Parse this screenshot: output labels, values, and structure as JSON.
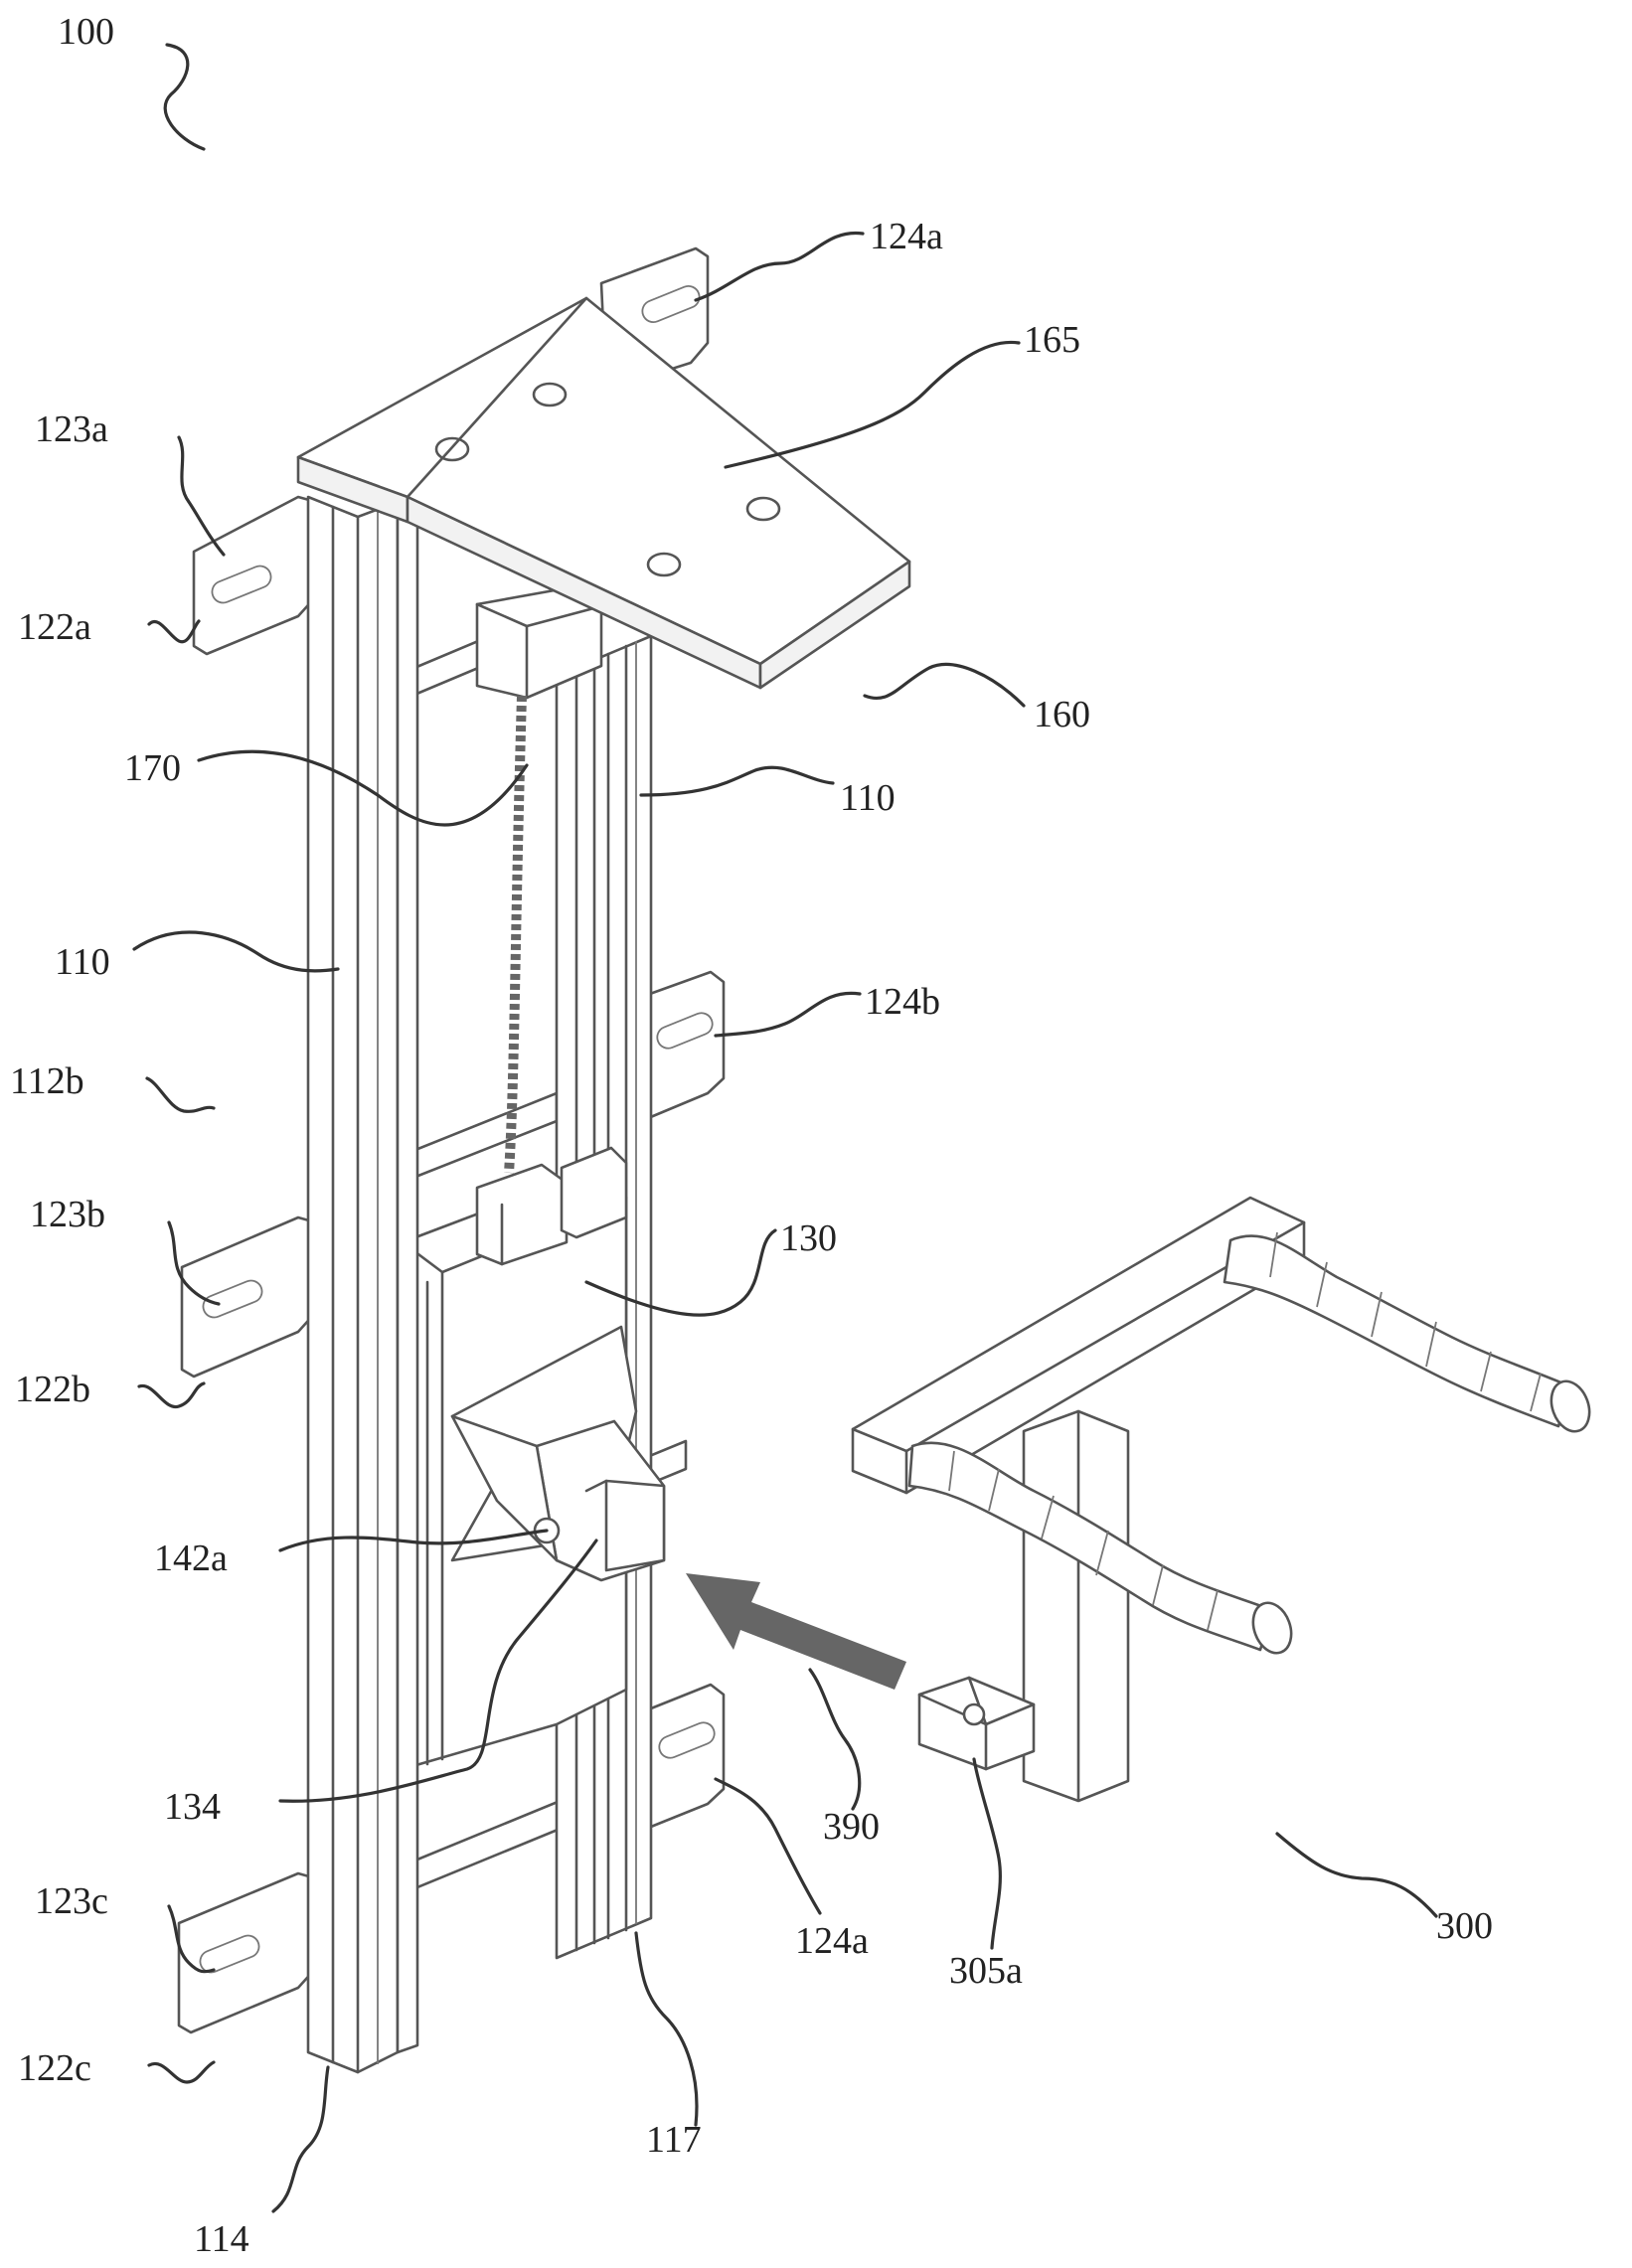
{
  "figure": {
    "labels": {
      "l100": "100",
      "l124a_top": "124a",
      "l165": "165",
      "l123a": "123a",
      "l122a": "122a",
      "l160": "160",
      "l170": "170",
      "l110_right": "110",
      "l110_left": "110",
      "l124b": "124b",
      "l112b": "112b",
      "l123b": "123b",
      "l130": "130",
      "l122b": "122b",
      "l142a": "142a",
      "l134": "134",
      "l390": "390",
      "l300": "300",
      "l123c": "123c",
      "l124a_bottom": "124a",
      "l305a": "305a",
      "l122c": "122c",
      "l117": "117",
      "l114": "114"
    },
    "arrow_color": "#666666",
    "line_color": "#555555"
  }
}
